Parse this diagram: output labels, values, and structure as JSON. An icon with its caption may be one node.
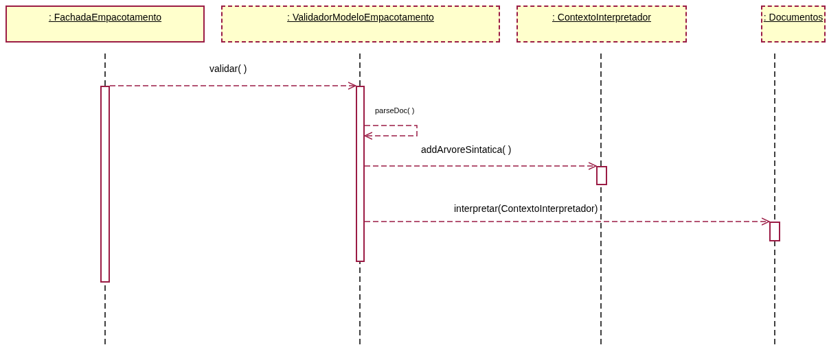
{
  "diagram": {
    "nodes": [
      {
        "text": [
          ": FachadaEmpacotamento"
        ]
      },
      {
        "text": [
          ": ValidadorModeloEmpacotamento"
        ]
      },
      {
        "text": [
          ": ContextoInterpretador"
        ]
      },
      {
        "text": [
          ": Documentos"
        ]
      },
      {
        "text": [],
        "shape": "bar"
      },
      {
        "text": [],
        "shape": "bar"
      },
      {
        "text": [],
        "shape": "bar"
      },
      {
        "text": [],
        "shape": "bar"
      }
    ],
    "edges": [
      {
        "from": 4,
        "to": 5,
        "arrow": "to",
        "label": "validar( )",
        "style": "dashed"
      },
      {
        "from": 5,
        "to": 5,
        "arrow": "to",
        "label": "parseDoc( )",
        "style": "dashed"
      },
      {
        "from": 5,
        "to": 6,
        "arrow": "to",
        "label": "addArvoreSintatica( )",
        "style": "dashed"
      },
      {
        "from": 5,
        "to": 7,
        "arrow": "to",
        "label": "interpretar(ContextoInterpretador)",
        "style": "dashed"
      }
    ]
  }
}
